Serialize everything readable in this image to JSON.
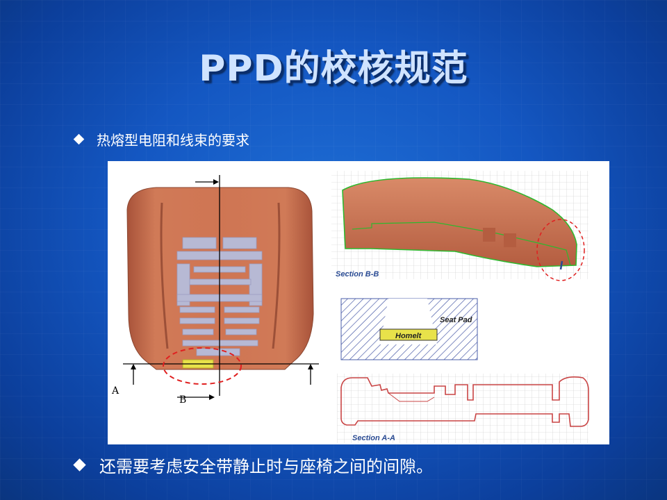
{
  "slide": {
    "title": "PPD的校核规范",
    "bullets": [
      {
        "text": "热熔型电阻和线束的要求"
      },
      {
        "text": "还需要考虑安全带静止时与座椅之间的间隙。"
      }
    ]
  },
  "figure": {
    "marker_a": "A",
    "marker_b": "B",
    "section_bb_label": "Section B-B",
    "seat_pad_label": "Seat Pad",
    "homelt_label": "Homelt",
    "section_aa_label": "Section A-A"
  },
  "colors": {
    "background": "#1457c2",
    "title": "#cfe3ff",
    "seat_orange": "#c9704f",
    "heater_gray": "#b7b9d4",
    "homelt_yellow": "#e8e24a",
    "hatch": "#4a5ca8",
    "section_line": "#c94444"
  }
}
